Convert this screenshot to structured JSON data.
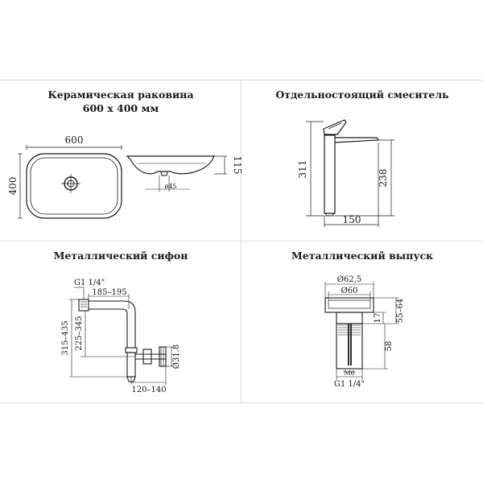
{
  "panels": {
    "sink": {
      "title_line1": "Керамическая раковина",
      "title_line2": "600 x 400 мм",
      "dims": {
        "width": "600",
        "depth": "400",
        "height": "115",
        "drain": "ø45"
      }
    },
    "faucet": {
      "title": "Отдельностоящий смеситель",
      "dims": {
        "total_height": "311",
        "spout_height": "238",
        "reach": "150"
      }
    },
    "siphon": {
      "title": "Металлический сифон",
      "dims": {
        "thread": "G1 1/4\"",
        "horizontal_range": "185–195",
        "outer_height": "315–435",
        "inner_height": "225–345",
        "pipe_diameter": "Ø31.8",
        "outlet_range": "120–140"
      }
    },
    "drain": {
      "title": "Металлический выпуск",
      "dims": {
        "outer_diameter": "Ø62,5",
        "inner_diameter": "Ø60",
        "range": "55–64",
        "top_height": "17",
        "body_height": "58",
        "bolt": "M6",
        "thread": "G1 1/4\""
      }
    }
  }
}
